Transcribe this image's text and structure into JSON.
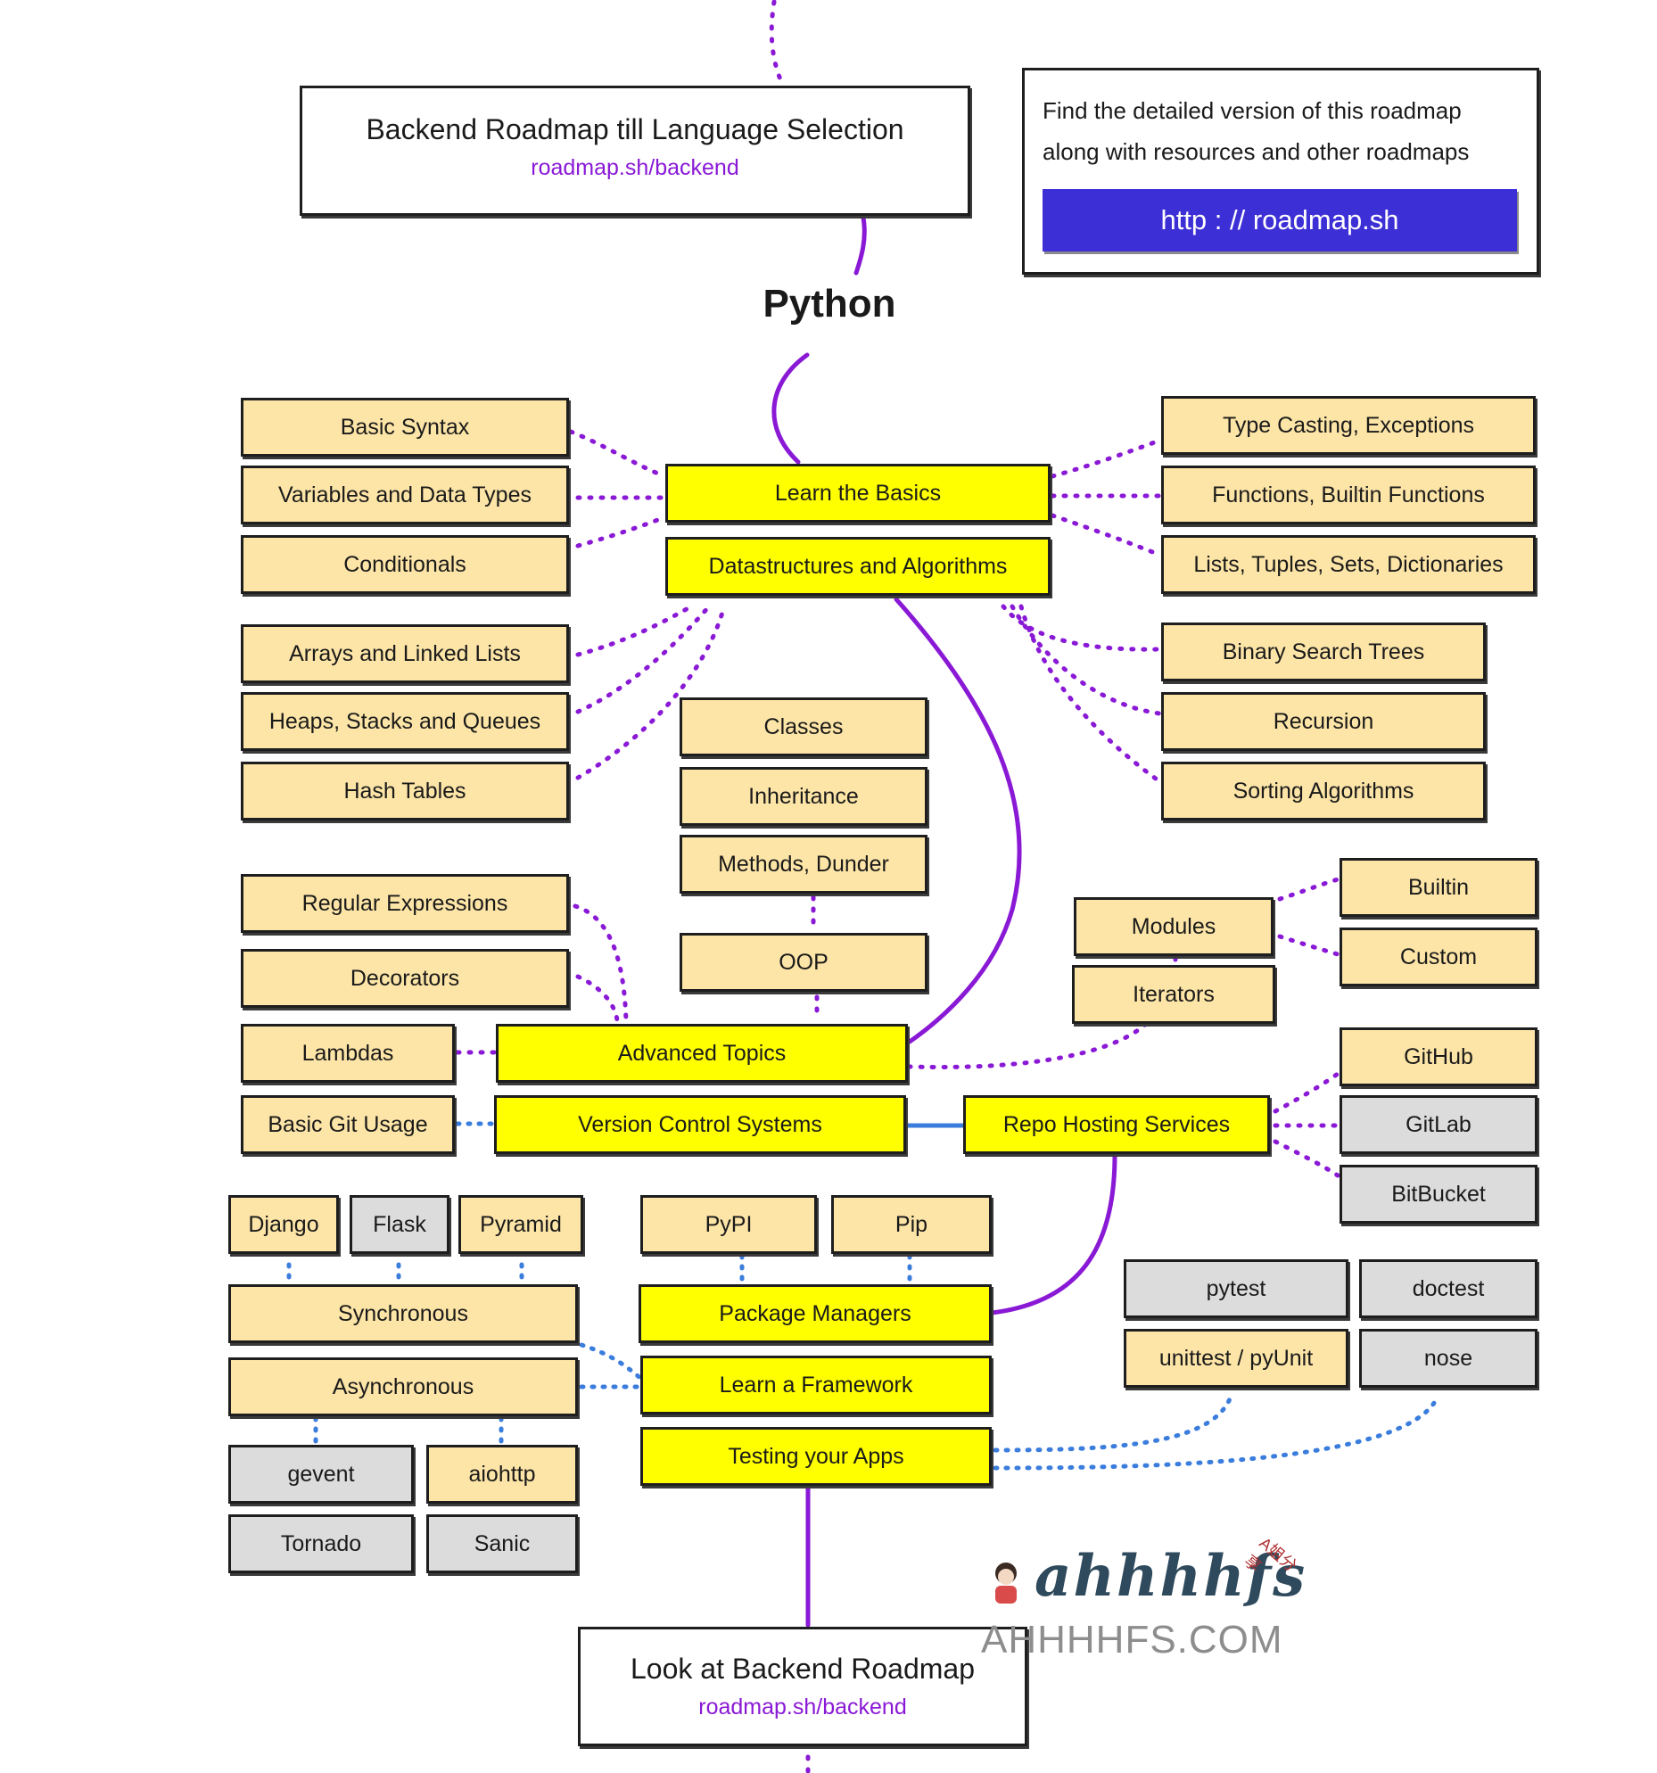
{
  "header": {
    "title": "Backend Roadmap till Language Selection",
    "link": "roadmap.sh/backend"
  },
  "cta": {
    "text_line1": "Find the detailed version of this roadmap",
    "text_line2": "along with resources and other roadmaps",
    "button_label": "http : // roadmap.sh"
  },
  "language_label": "Python",
  "nodes": {
    "learn_basics": "Learn the Basics",
    "datastructures": "Datastructures and Algorithms",
    "advanced_topics": "Advanced Topics",
    "version_control": "Version Control Systems",
    "repo_hosting": "Repo Hosting Services",
    "package_managers": "Package Managers",
    "learn_framework": "Learn a Framework",
    "testing_apps": "Testing your Apps",
    "basic_syntax": "Basic Syntax",
    "variables": "Variables and Data Types",
    "conditionals": "Conditionals",
    "type_casting": "Type Casting, Exceptions",
    "functions": "Functions, Builtin Functions",
    "lists_tuples": "Lists, Tuples, Sets, Dictionaries",
    "arrays": "Arrays and Linked Lists",
    "heaps": "Heaps, Stacks and Queues",
    "hash_tables": "Hash Tables",
    "bst": "Binary Search Trees",
    "recursion": "Recursion",
    "sorting": "Sorting Algorithms",
    "classes": "Classes",
    "inheritance": "Inheritance",
    "methods": "Methods, Dunder",
    "oop": "OOP",
    "regex": "Regular Expressions",
    "decorators": "Decorators",
    "lambdas": "Lambdas",
    "modules": "Modules",
    "iterators": "Iterators",
    "builtin": "Builtin",
    "custom": "Custom",
    "basic_git": "Basic Git Usage",
    "github": "GitHub",
    "gitlab": "GitLab",
    "bitbucket": "BitBucket",
    "django": "Django",
    "flask": "Flask",
    "pyramid": "Pyramid",
    "synchronous": "Synchronous",
    "asynchronous": "Asynchronous",
    "gevent": "gevent",
    "aiohttp": "aiohttp",
    "tornado": "Tornado",
    "sanic": "Sanic",
    "pypi": "PyPI",
    "pip": "Pip",
    "pytest": "pytest",
    "doctest": "doctest",
    "unittest": "unittest / pyUnit",
    "nose": "nose"
  },
  "footer": {
    "title": "Look at Backend Roadmap",
    "link": "roadmap.sh/backend"
  },
  "watermark": {
    "script": "ahhhhfs",
    "domain": "AHHHHFS.COM",
    "tag": "A姐分享"
  },
  "colors": {
    "main_node": "#ffff00",
    "sub_node": "#fde5a7",
    "alt_node": "#dcdcdc",
    "purple_line": "#8a19d6",
    "blue_line": "#3b7ddd",
    "button": "#3d2fd6"
  }
}
